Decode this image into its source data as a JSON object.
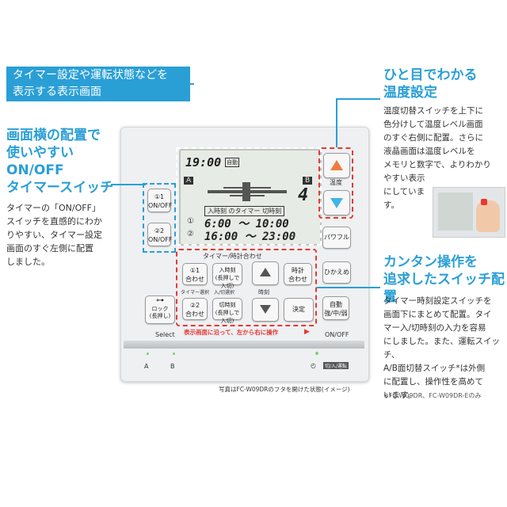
{
  "callouts": {
    "display": "タイマー設定や運転状態などを\n表示する表示画面",
    "onoff_head": "画面横の配置で\n使いやすい\nON/OFF\nタイマースイッチ",
    "onoff_body": "タイマーの「ON/OFF」\nスイッチを直感的にわか\nりやすい、タイマー設定\n画面のすぐ左側に配置\nしました。",
    "temp_head": "ひと目でわかる\n温度設定",
    "temp_body": "温度切替スイッチを上下に\n色分けして温度レベル画面\nのすぐ右側に配置。さらに\n液晶画面は温度レベルを\nメモリと数字で、よりわかり\nやすい表示\nにしていま\nす。",
    "switch_head": "カンタン操作を\n追求したスイッチ配置",
    "switch_body": "タイマー時刻設定スイッチを\n画面下にまとめて配置。タイ\nマー入/切時刻の入力を容易\nにしました。また、運転スイッチ、\nA/B面切替スイッチ*は外側\nに配置し、操作性を高めて\nいます。",
    "footnote": "※FC-W09DR、FC-W09DR-Eのみ",
    "caption": "写真はFC-W09DRのフタを開けた状態(イメージ)"
  },
  "screen": {
    "clock": "19:00",
    "auto": "自動",
    "side_a": "A",
    "side_b": "B",
    "level": "4",
    "timer_header": "入時刻 のタイマー 切時刻",
    "timer1_label": "①",
    "timer1": "6:00 ～ 10:00",
    "timer2_label": "②",
    "timer2": "16:00 ～ 23:00"
  },
  "buttons": {
    "timer1": "①1\nON/OFF",
    "timer2": "②2\nON/OFF",
    "temp_label": "温度",
    "powerful": "パワフル",
    "kanaeme": "ひかえめ",
    "auto": "自動\n強/中/弱",
    "lock": "ロック\n(長押し)",
    "timer_clock_title": "タイマー/時計合わせ",
    "set1": "①1\n合わせ",
    "set2": "②2\n合わせ",
    "on_time": "入時刻\n(長押しで入切)",
    "off_time": "切時刻\n(長押しで入切)",
    "timer_select": "タイマー選択",
    "on_off_select": "入/切選択",
    "time": "時刻",
    "clock_set": "時計\n合わせ",
    "confirm": "決定",
    "select": "Select",
    "onoff": "ON/OFF",
    "operate_hint": "表示画面に沿って、左から右に操作",
    "led_a": "A",
    "led_b": "B",
    "switch_label": "切/入/運転"
  },
  "colors": {
    "accent": "#2a9fd6",
    "red": "#e53935",
    "orange": "#f07b3f",
    "blue": "#42b4e6"
  }
}
